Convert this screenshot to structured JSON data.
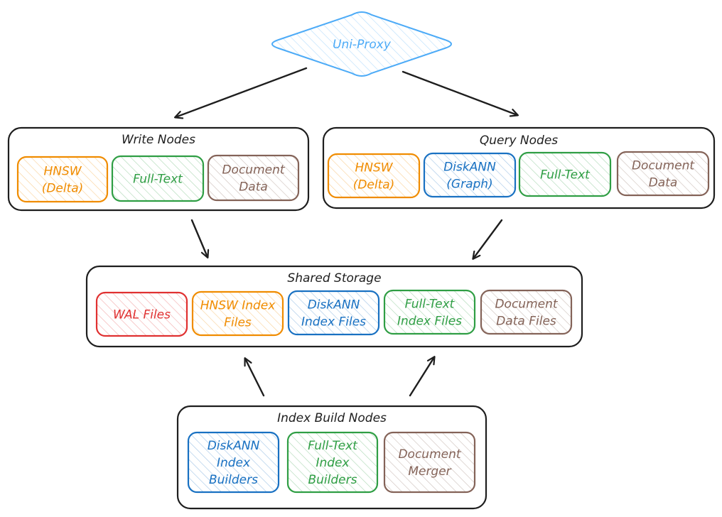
{
  "colors": {
    "black": "#1e1e1e",
    "blue_light": "#4dabf7",
    "orange": "#f08c00",
    "green": "#2f9e44",
    "brown": "#846358",
    "blue": "#1971c2",
    "red": "#e03131"
  },
  "proxy": {
    "label": "Uni-Proxy"
  },
  "groups": [
    {
      "id": "write-nodes",
      "title": "Write Nodes",
      "items": [
        {
          "id": "hnsw-delta",
          "lines": [
            "HNSW",
            "(Delta)"
          ],
          "color": "orange"
        },
        {
          "id": "full-text",
          "lines": [
            "Full-Text"
          ],
          "color": "green"
        },
        {
          "id": "document-data",
          "lines": [
            "Document",
            "Data"
          ],
          "color": "brown"
        }
      ]
    },
    {
      "id": "query-nodes",
      "title": "Query Nodes",
      "items": [
        {
          "id": "hnsw-delta",
          "lines": [
            "HNSW",
            "(Delta)"
          ],
          "color": "orange"
        },
        {
          "id": "diskann-graph",
          "lines": [
            "DiskANN",
            "(Graph)"
          ],
          "color": "blue"
        },
        {
          "id": "full-text",
          "lines": [
            "Full-Text"
          ],
          "color": "green"
        },
        {
          "id": "document-data",
          "lines": [
            "Document",
            "Data"
          ],
          "color": "brown"
        }
      ]
    },
    {
      "id": "shared-storage",
      "title": "Shared Storage",
      "items": [
        {
          "id": "wal-files",
          "lines": [
            "WAL Files"
          ],
          "color": "red"
        },
        {
          "id": "hnsw-index-files",
          "lines": [
            "HNSW Index",
            "Files"
          ],
          "color": "orange"
        },
        {
          "id": "diskann-index-files",
          "lines": [
            "DiskANN",
            "Index Files"
          ],
          "color": "blue"
        },
        {
          "id": "full-text-index-files",
          "lines": [
            "Full-Text",
            "Index Files"
          ],
          "color": "green"
        },
        {
          "id": "document-data-files",
          "lines": [
            "Document",
            "Data Files"
          ],
          "color": "brown"
        }
      ]
    },
    {
      "id": "index-build-nodes",
      "title": "Index Build Nodes",
      "items": [
        {
          "id": "diskann-index-builders",
          "lines": [
            "DiskANN",
            "Index",
            "Builders"
          ],
          "color": "blue"
        },
        {
          "id": "full-text-index-builders",
          "lines": [
            "Full-Text",
            "Index",
            "Builders"
          ],
          "color": "green"
        },
        {
          "id": "document-merger",
          "lines": [
            "Document",
            "Merger"
          ],
          "color": "brown"
        }
      ]
    }
  ],
  "edges": [
    {
      "from": "uni-proxy",
      "to": "write-nodes"
    },
    {
      "from": "uni-proxy",
      "to": "query-nodes"
    },
    {
      "from": "write-nodes",
      "to": "shared-storage"
    },
    {
      "from": "query-nodes",
      "to": "shared-storage"
    },
    {
      "from": "index-build-nodes",
      "to": "shared-storage"
    },
    {
      "from": "index-build-nodes",
      "to": "shared-storage"
    }
  ]
}
